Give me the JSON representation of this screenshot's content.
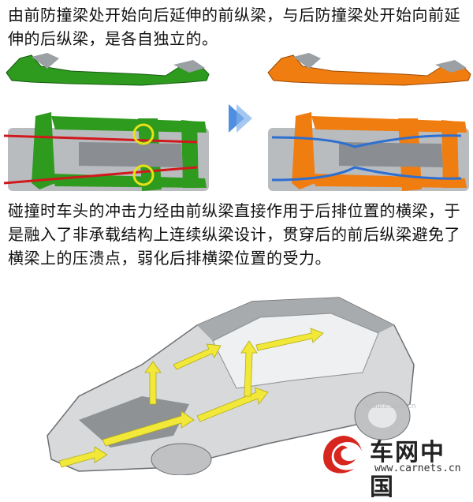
{
  "top_text": "由前防撞梁处开始向后延伸的前纵梁，与后防撞梁处开始向前延伸的后纵梁，是各自独立的。",
  "mid_text": "碰撞时车头的冲击力经由前纵梁直接作用于后排位置的横梁，于是融入了非承载结构上连续纵梁设计，贯穿后的前后纵梁避免了横梁上的压溃点，弱化后排横梁位置的受力。",
  "logo": {
    "name": "车网中国",
    "url": "www.carnets.cn"
  },
  "watermark": "PCauto.com.cn",
  "colors": {
    "old_frame": "#2e9a1e",
    "new_frame": "#f07d10",
    "arrow_red": "#d0191d",
    "arrow_blue": "#2f6fd0",
    "circle_yellow": "#e8e214",
    "arrow_yellow": "#f1e83a",
    "logo_red": "#d7261e"
  }
}
